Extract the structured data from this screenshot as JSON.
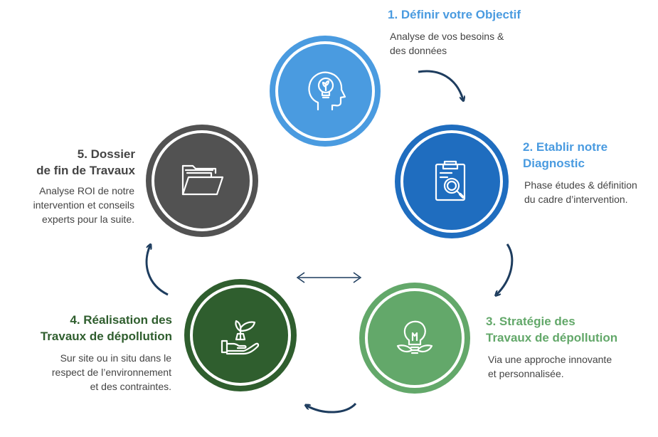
{
  "colors": {
    "step1": "#4a9be0",
    "step2": "#1f6dbf",
    "step3": "#63a86a",
    "step4": "#2f5e2e",
    "step5": "#525252",
    "arrow": "#1d3c5e"
  },
  "steps": [
    {
      "icon": "head-lightbulb-icon",
      "title_lines": [
        "1. Définir votre Objectif"
      ],
      "desc_lines": [
        "Analyse de vos besoins &",
        "des données"
      ]
    },
    {
      "icon": "clipboard-magnifier-icon",
      "title_lines": [
        "2. Etablir notre",
        "Diagnostic"
      ],
      "desc_lines": [
        "Phase études & définition",
        "du cadre d’intervention."
      ]
    },
    {
      "icon": "lightbulb-leaves-icon",
      "title_lines": [
        "3. Stratégie des",
        "Travaux de dépollution"
      ],
      "desc_lines": [
        "Via une approche innovante",
        "et personnalisée."
      ]
    },
    {
      "icon": "hand-plant-icon",
      "title_lines": [
        "4. Réalisation des",
        "Travaux de dépollution"
      ],
      "desc_lines": [
        "Sur site ou in situ dans le",
        "respect de l’environnement",
        "et des contraintes."
      ]
    },
    {
      "icon": "folder-icon",
      "title_lines": [
        "5. Dossier",
        "de fin de Travaux"
      ],
      "desc_lines": [
        "Analyse ROI de notre",
        "intervention et conseils",
        "experts pour la suite."
      ]
    }
  ]
}
